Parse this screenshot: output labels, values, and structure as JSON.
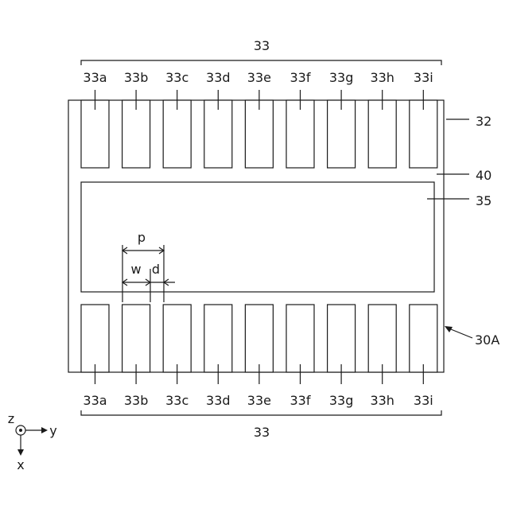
{
  "group_label": "33",
  "top_labels": [
    "33a",
    "33b",
    "33c",
    "33d",
    "33e",
    "33f",
    "33g",
    "33h",
    "33i"
  ],
  "bottom_labels": [
    "33a",
    "33b",
    "33c",
    "33d",
    "33e",
    "33f",
    "33g",
    "33h",
    "33i"
  ],
  "refs": {
    "substrate": "32",
    "gap": "40",
    "center_electrode": "35",
    "device": "30A"
  },
  "dims": {
    "pitch": "p",
    "width": "w",
    "spacing": "d"
  },
  "axes": {
    "z": "z",
    "y": "y",
    "x": "x"
  }
}
